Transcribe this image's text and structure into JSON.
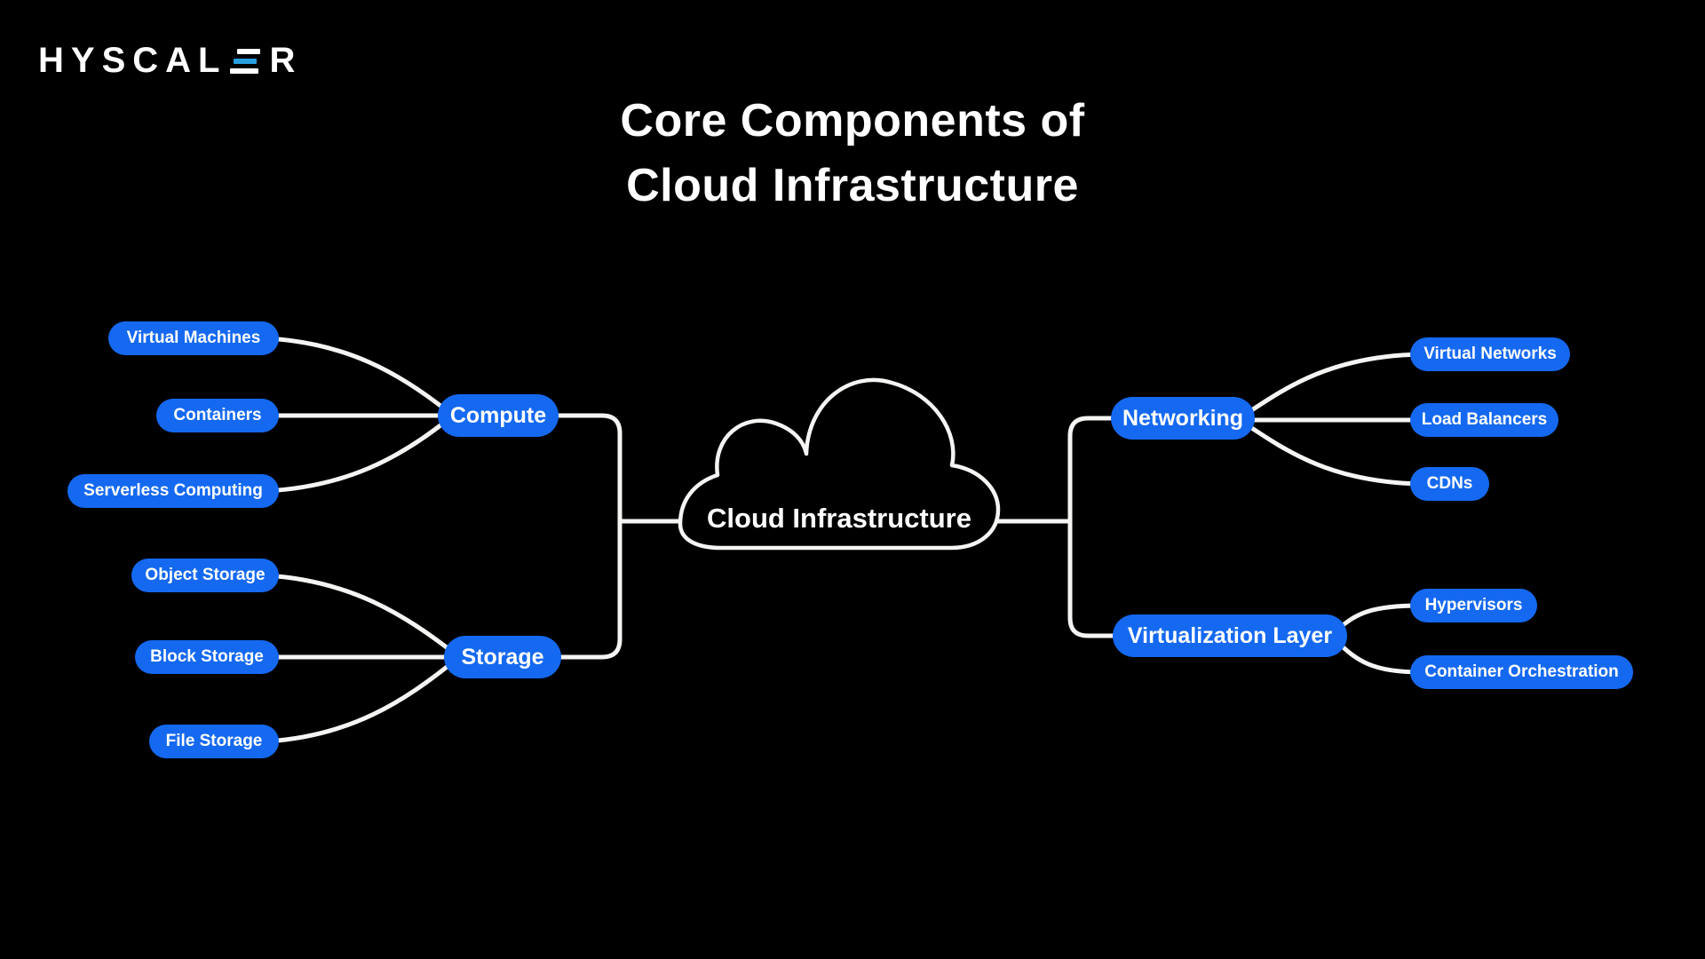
{
  "brand": {
    "logo_prefix": "HYSCAL",
    "logo_suffix": "R",
    "logo_full_name": "HYSCALER"
  },
  "title": {
    "line1": "Core Components of",
    "line2": "Cloud Infrastructure"
  },
  "mindmap": {
    "root_label": "Cloud Infrastructure",
    "branches": [
      {
        "id": "compute",
        "label": "Compute",
        "children": [
          {
            "label": "Virtual Machines"
          },
          {
            "label": "Containers"
          },
          {
            "label": "Serverless Computing"
          }
        ]
      },
      {
        "id": "storage",
        "label": "Storage",
        "children": [
          {
            "label": "Object Storage"
          },
          {
            "label": "Block Storage"
          },
          {
            "label": "File Storage"
          }
        ]
      },
      {
        "id": "networking",
        "label": "Networking",
        "children": [
          {
            "label": "Virtual Networks"
          },
          {
            "label": "Load Balancers"
          },
          {
            "label": "CDNs"
          }
        ]
      },
      {
        "id": "virtualization-layer",
        "label": "Virtualization Layer",
        "children": [
          {
            "label": "Hypervisors"
          },
          {
            "label": "Container Orchestration"
          }
        ]
      }
    ]
  },
  "colors": {
    "background": "#000000",
    "node_fill": "#1569f1",
    "node_text": "#ffffff",
    "connector": "#f5f4f2",
    "cloud_outline": "#f5f4f2",
    "logo_accent": "#27a0e0",
    "title_text": "#ffffff"
  }
}
